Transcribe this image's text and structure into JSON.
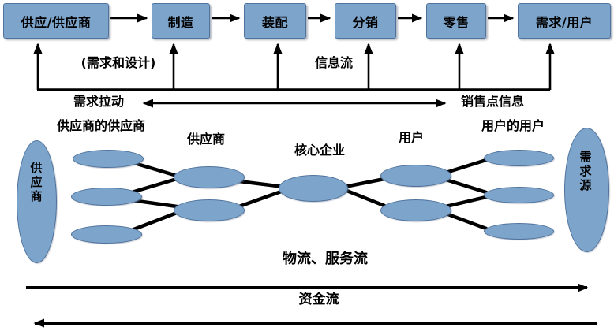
{
  "process_boxes": [
    "供应/供应商",
    "制造",
    "装配",
    "分销",
    "零售",
    "需求/用户"
  ],
  "info_layer": {
    "demand_design": "(需求和设计)",
    "info_flow": "信息流",
    "demand_pull": "需求拉动",
    "pos_info": "销售点信息"
  },
  "network": {
    "suppliers_supplier": "供应商的供应商",
    "supplier": "供应商",
    "core_enterprise": "核心企业",
    "user": "用户",
    "users_user": "用户的用户",
    "supply_source": "供应商",
    "demand_source": "需求源"
  },
  "flows": {
    "logistics_service": "物流、服务流",
    "capital": "资金流"
  },
  "colors": {
    "shape_fill": "#7da5cb",
    "shape_border": "#4f729c",
    "line_color": "#000000"
  }
}
